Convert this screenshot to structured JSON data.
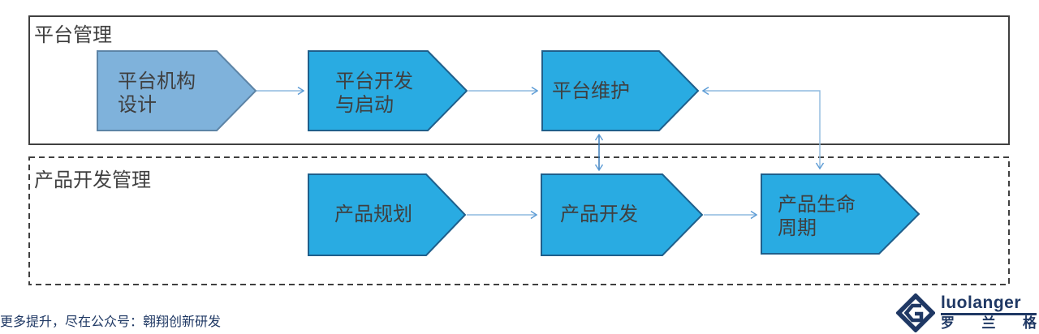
{
  "colors": {
    "lane_border": "#404040",
    "shape_blue": "#29ABE2",
    "shape_blue_border": "#1F5F8B",
    "shape_lightblue": "#7FB2DB",
    "shape_lightblue_border": "#5D84A6",
    "connector": "#8FBADF",
    "connector_dark": "#2E75B6",
    "connector_head": "#5B9BD5",
    "text_dark": "#3F3F3F",
    "navy": "#1F3864"
  },
  "lanes": [
    {
      "title": "平台管理",
      "border_style": "solid"
    },
    {
      "title": "产品开发管理",
      "border_style": "dashed"
    }
  ],
  "shapes": [
    {
      "id": "platform-org-design",
      "lines": [
        "平台机构",
        "设计"
      ]
    },
    {
      "id": "platform-dev-launch",
      "lines": [
        "平台开发",
        "与启动"
      ]
    },
    {
      "id": "platform-maintenance",
      "lines": [
        "平台维护"
      ]
    },
    {
      "id": "product-planning",
      "lines": [
        "产品规划"
      ]
    },
    {
      "id": "product-development",
      "lines": [
        "产品开发"
      ]
    },
    {
      "id": "product-lifecycle",
      "lines": [
        "产品生命",
        "周期"
      ]
    }
  ],
  "connectors": [
    {
      "from": "platform-org-design",
      "to": "platform-dev-launch",
      "type": "arrow"
    },
    {
      "from": "platform-dev-launch",
      "to": "platform-maintenance",
      "type": "arrow"
    },
    {
      "from": "product-lifecycle",
      "to": "platform-maintenance",
      "type": "double-arrow-elbow"
    },
    {
      "from": "platform-maintenance",
      "to": "product-development",
      "type": "double-arrow"
    },
    {
      "from": "product-planning",
      "to": "product-development",
      "type": "arrow"
    },
    {
      "from": "product-development",
      "to": "product-lifecycle",
      "type": "arrow"
    }
  ],
  "footer": {
    "promo": "更多提升，尽在公众号：翱翔创新研发"
  },
  "logo": {
    "latin": "luolanger",
    "cn_chars": [
      "罗",
      "兰",
      "格"
    ]
  }
}
